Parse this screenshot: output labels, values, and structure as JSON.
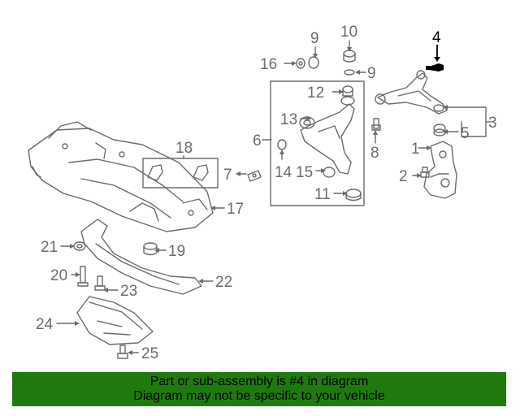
{
  "diagram": {
    "highlighted_callout": "4",
    "highlight_color": "#000000",
    "callout_color": "#6b6b6b",
    "callouts": {
      "c1": "1",
      "c2": "2",
      "c3": "3",
      "c4": "4",
      "c5": "5",
      "c6": "6",
      "c7": "7",
      "c8": "8",
      "c9a": "9",
      "c9b": "9",
      "c10": "10",
      "c11": "11",
      "c12": "12",
      "c13": "13",
      "c14": "14",
      "c15": "15",
      "c16": "16",
      "c17": "17",
      "c18": "18",
      "c19": "19",
      "c20": "20",
      "c21": "21",
      "c22": "22",
      "c23": "23",
      "c24": "24",
      "c25": "25"
    }
  },
  "banner": {
    "line1": "Part or sub-assembly is #4 in diagram",
    "line2": "Diagram may not be specific to your vehicle",
    "background": "#1f7a0e"
  }
}
